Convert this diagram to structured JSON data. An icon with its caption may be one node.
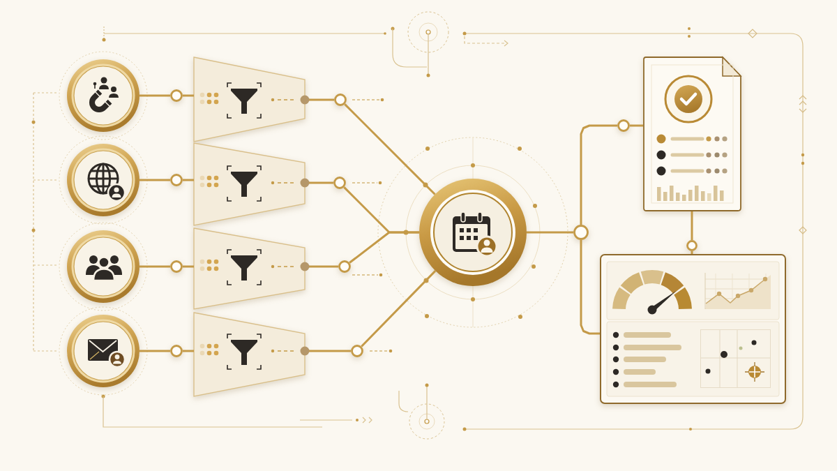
{
  "diagram": {
    "nodes": [
      {
        "text": [],
        "shape": "circle"
      },
      {
        "text": [],
        "shape": "circle"
      },
      {
        "text": [],
        "shape": "circle"
      },
      {
        "text": [],
        "shape": "circle"
      },
      {
        "text": [],
        "shape": "circle"
      },
      {
        "text": [],
        "shape": "circle"
      },
      {
        "text": [],
        "shape": "circle"
      },
      {
        "text": [],
        "shape": "circle"
      },
      {
        "text": [],
        "shape": "trapezoid"
      },
      {
        "text": [],
        "shape": "trapezoid"
      },
      {
        "text": [],
        "shape": "trapezoid"
      },
      {
        "text": [],
        "shape": "trapezoid"
      },
      {
        "text": [],
        "shape": "circle"
      },
      {
        "text": [],
        "shape": "circle"
      },
      {
        "text": [],
        "shape": "circle"
      },
      {
        "text": [],
        "shape": "circle"
      },
      {
        "text": [],
        "shape": "circle"
      },
      {
        "text": [],
        "shape": "circle"
      },
      {
        "text": [],
        "shape": "circle"
      },
      {
        "text": [],
        "shape": "document"
      },
      {
        "text": [],
        "shape": "circle"
      },
      {
        "text": [],
        "shape": "box"
      }
    ],
    "edges": [
      {
        "from": 0,
        "to": 4,
        "arrow": "none"
      },
      {
        "from": 4,
        "to": 8,
        "arrow": "none"
      },
      {
        "from": 1,
        "to": 5,
        "arrow": "none"
      },
      {
        "from": 5,
        "to": 9,
        "arrow": "none"
      },
      {
        "from": 2,
        "to": 6,
        "arrow": "none"
      },
      {
        "from": 6,
        "to": 10,
        "arrow": "none"
      },
      {
        "from": 3,
        "to": 7,
        "arrow": "none"
      },
      {
        "from": 7,
        "to": 11,
        "arrow": "none"
      },
      {
        "from": 8,
        "to": 12,
        "arrow": "other"
      },
      {
        "from": 9,
        "to": 13,
        "arrow": "other"
      },
      {
        "from": 10,
        "to": 14,
        "arrow": "other"
      },
      {
        "from": 11,
        "to": 15,
        "arrow": "other"
      },
      {
        "from": 12,
        "to": 16,
        "arrow": "none"
      },
      {
        "from": 13,
        "to": 16,
        "arrow": "none"
      },
      {
        "from": 14,
        "to": 16,
        "arrow": "none"
      },
      {
        "from": 15,
        "to": 16,
        "arrow": "none"
      },
      {
        "from": 16,
        "to": 17,
        "arrow": "none"
      },
      {
        "from": 17,
        "to": 18,
        "arrow": "none"
      },
      {
        "from": 18,
        "to": 19,
        "arrow": "none"
      },
      {
        "from": 17,
        "to": 21,
        "arrow": "none"
      },
      {
        "from": 19,
        "to": 20,
        "arrow": "none"
      },
      {
        "from": 20,
        "to": 21,
        "arrow": "none"
      }
    ]
  }
}
